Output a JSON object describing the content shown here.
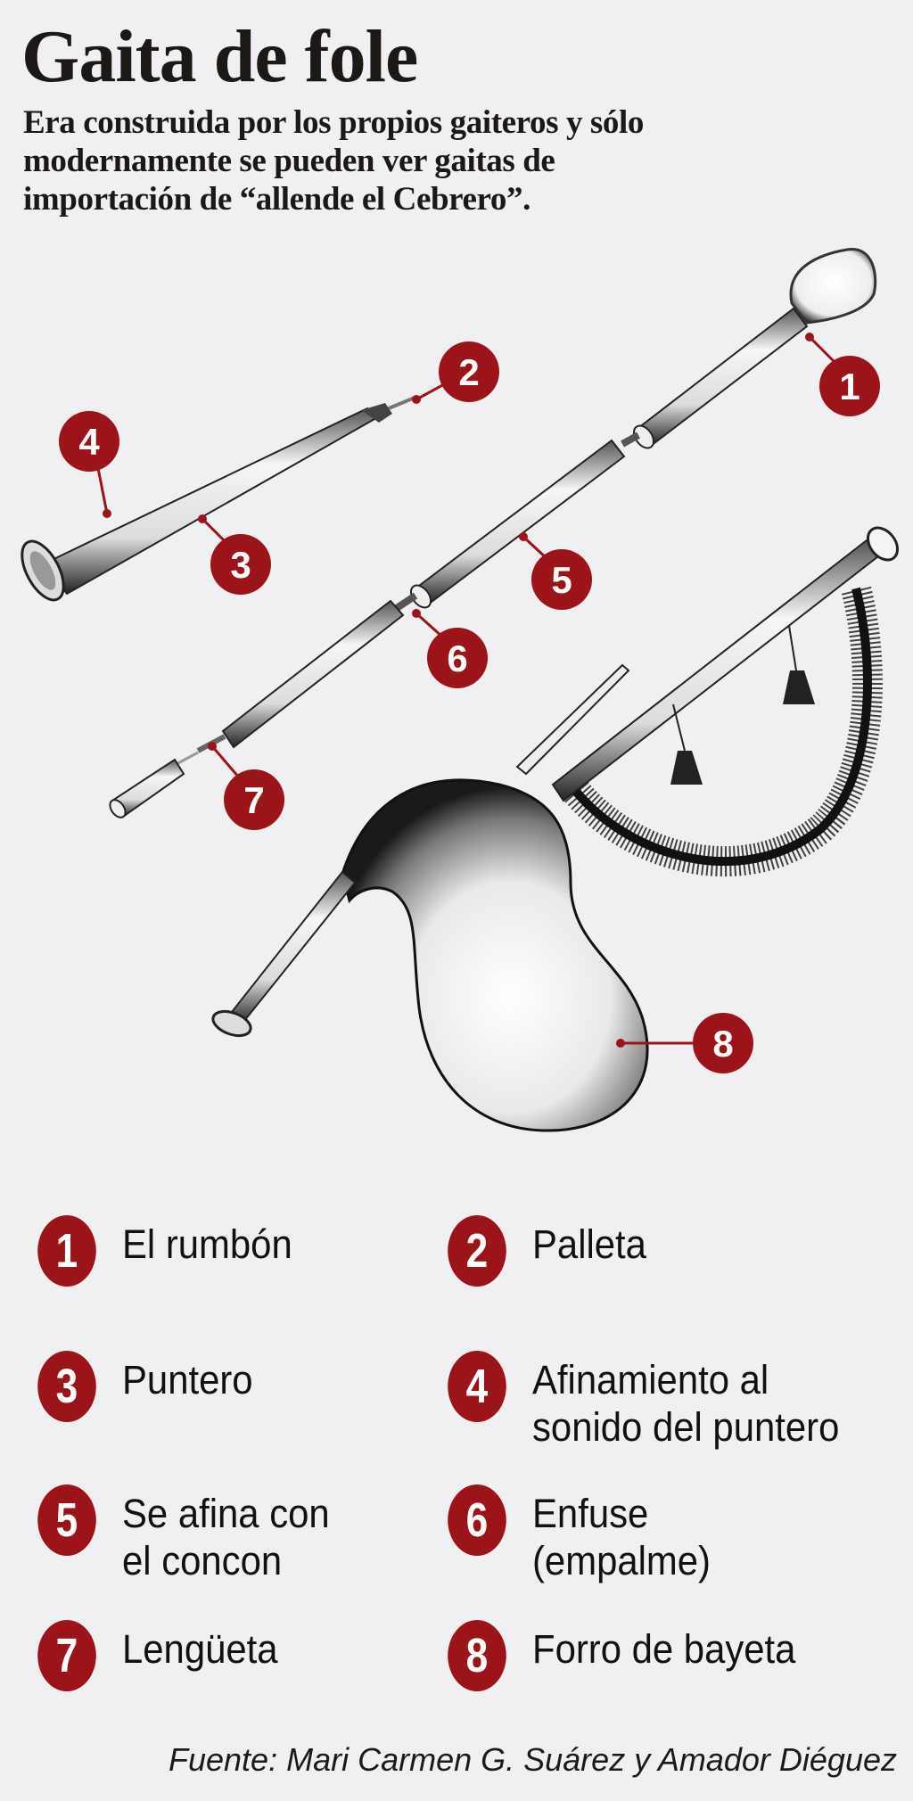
{
  "header": {
    "title": "Gaita de fole",
    "subtitle_lines": [
      "Era construida por los propios gaiteros y sólo",
      "modernamente se pueden ver gaitas de",
      "importación de “allende el Cebrero”."
    ]
  },
  "colors": {
    "background": "#f0f0f3",
    "callout_red": "#9b1419",
    "text": "#1c1816"
  },
  "callouts": [
    {
      "number": "1",
      "part": "El rumbón"
    },
    {
      "number": "2",
      "part": "Palleta"
    },
    {
      "number": "3",
      "part": "Puntero"
    },
    {
      "number": "4",
      "part": "Afinamiento al sonido del puntero"
    },
    {
      "number": "5",
      "part": "Se afina con el concon"
    },
    {
      "number": "6",
      "part": "Enfuse (empalme)"
    },
    {
      "number": "7",
      "part": "Lengüeta"
    },
    {
      "number": "8",
      "part": "Forro de bayeta"
    }
  ],
  "legend": [
    {
      "number": "1",
      "lines": [
        "El rumbón"
      ]
    },
    {
      "number": "2",
      "lines": [
        "Palleta"
      ]
    },
    {
      "number": "3",
      "lines": [
        "Puntero"
      ]
    },
    {
      "number": "4",
      "lines": [
        "Afinamiento al",
        "sonido del puntero"
      ]
    },
    {
      "number": "5",
      "lines": [
        "Se afina con",
        "el concon"
      ]
    },
    {
      "number": "6",
      "lines": [
        "Enfuse",
        "(empalme)"
      ]
    },
    {
      "number": "7",
      "lines": [
        "Lengüeta"
      ]
    },
    {
      "number": "8",
      "lines": [
        "Forro de bayeta"
      ]
    }
  ],
  "footer": {
    "source": "Fuente: Mari Carmen G. Suárez y Amador Diéguez"
  }
}
